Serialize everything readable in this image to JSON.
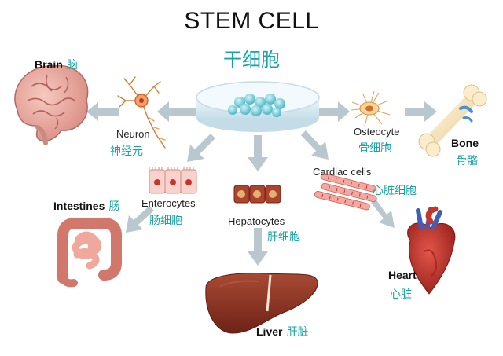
{
  "title": "STEM CELL",
  "subtitle": "干细胞",
  "labels": {
    "brain": {
      "en": "Brain",
      "cn": "脑"
    },
    "neuron": {
      "en": "Neuron",
      "cn": "神经元"
    },
    "osteocyte": {
      "en": "Osteocyte",
      "cn": "骨细胞"
    },
    "bone": {
      "en": "Bone",
      "cn": "骨骼"
    },
    "cardiac": {
      "en": "Cardiac cells",
      "cn": "心脏细胞"
    },
    "enterocytes": {
      "en": "Enterocytes",
      "cn": "肠细胞"
    },
    "intestines": {
      "en": "Intestines",
      "cn": "肠"
    },
    "hepatocytes": {
      "en": "Hepatocytes",
      "cn": "肝细胞"
    },
    "heart": {
      "en": "Heart",
      "cn": "心脏"
    },
    "liver": {
      "en": "Liver",
      "cn": "肝脏"
    }
  },
  "colors": {
    "accent": "#17a3a8",
    "arrow": "#b9c7cf",
    "liver": "#8b2f1f",
    "heart": "#c8342a"
  }
}
